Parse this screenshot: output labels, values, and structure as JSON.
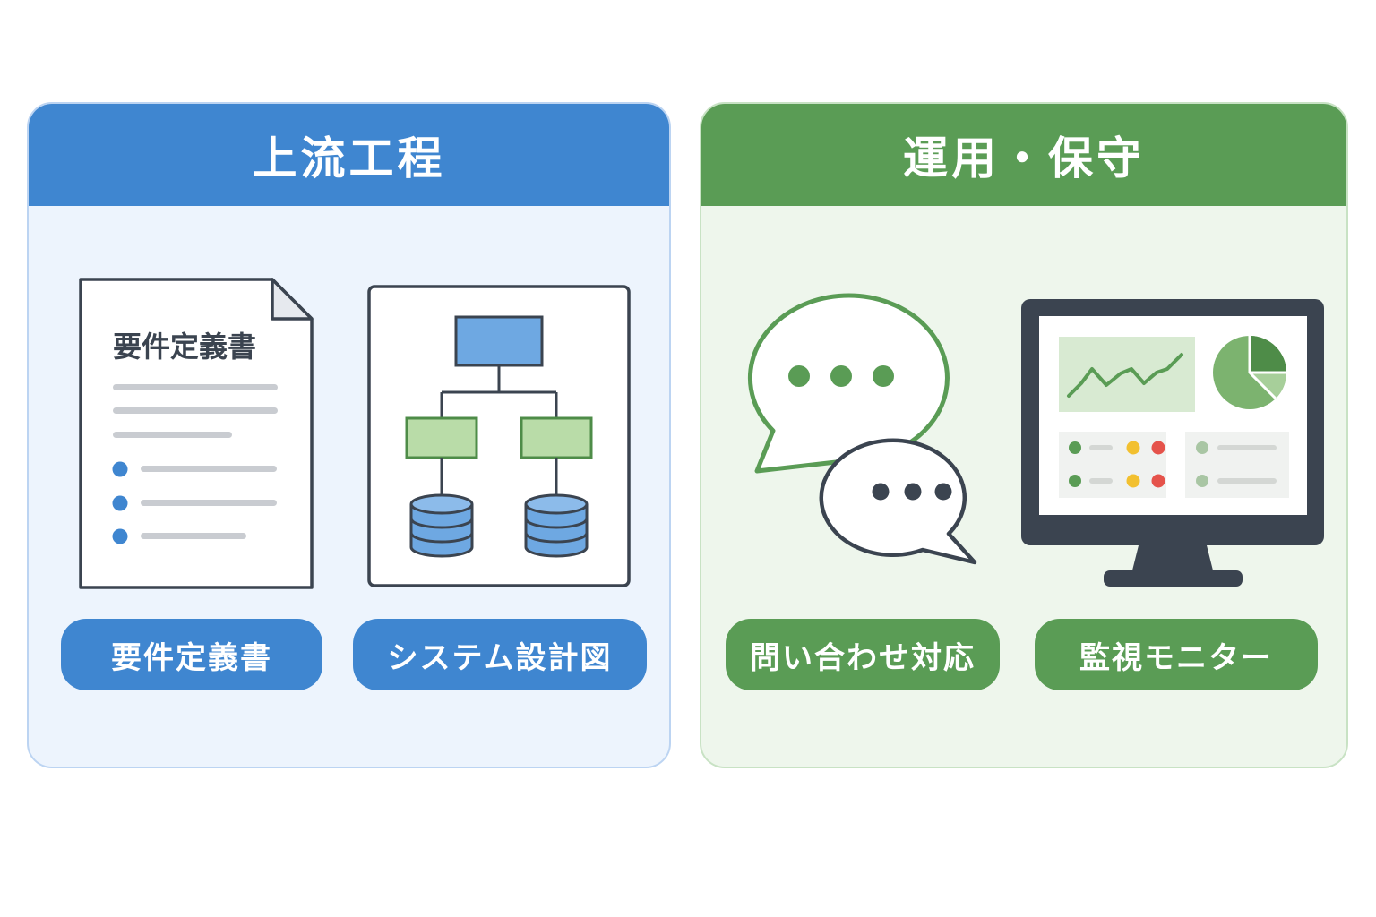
{
  "panels": {
    "upstream": {
      "title": "上流工程",
      "document_heading": "要件定義書",
      "labels": [
        "要件定義書",
        "システム設計図"
      ]
    },
    "operations": {
      "title": "運用・保守",
      "labels": [
        "問い合わせ対応",
        "監視モニター"
      ]
    }
  },
  "colors": {
    "blue_primary": "#3f86d0",
    "blue_bg": "#edf4fd",
    "green_primary": "#5a9c55",
    "green_bg": "#eef6ec",
    "dark_outline": "#3b4450",
    "status_yellow": "#f2c02f",
    "status_red": "#e5534b"
  },
  "icons": [
    "document-icon",
    "system-diagram-icon",
    "chat-bubbles-icon",
    "monitor-icon"
  ]
}
